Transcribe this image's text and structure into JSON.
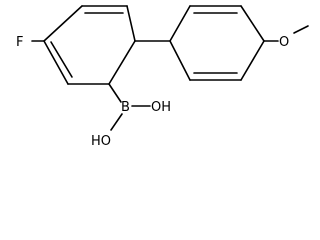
{
  "molecule": {
    "atoms": {
      "fluorine": "F",
      "boron": "B",
      "hydroxyl_right": "OH",
      "hydroxyl_bottom": "HO",
      "ether_oxygen": "O"
    },
    "colors": {
      "bond": "#000000",
      "label": "#000000",
      "background": "#ffffff"
    }
  }
}
